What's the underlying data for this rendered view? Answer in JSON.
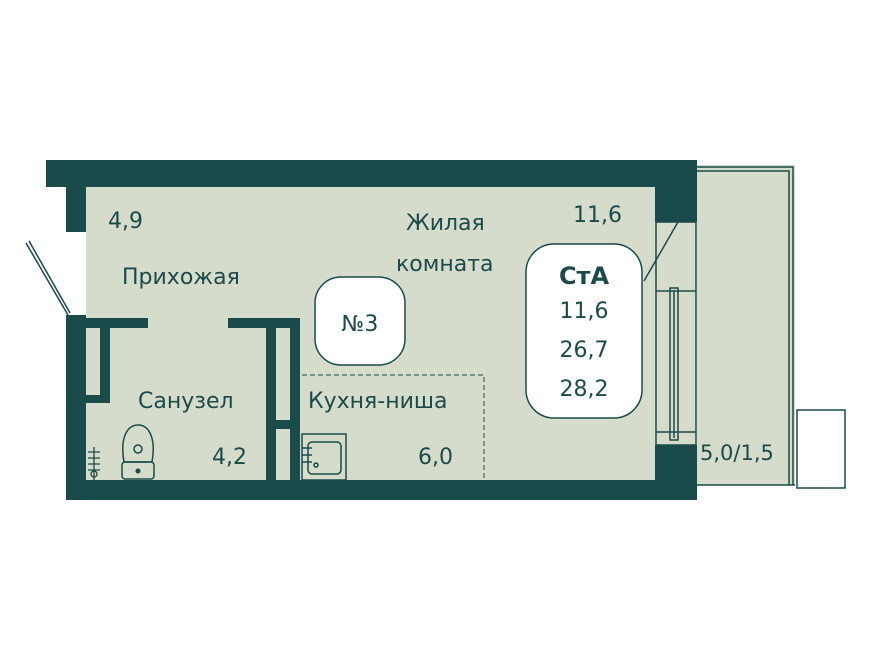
{
  "plan": {
    "apartment_number": "№3",
    "colors": {
      "wall": "#1b4a4a",
      "floor": "#d6dccb",
      "background": "#ffffff"
    },
    "rooms": [
      {
        "name": "Прихожая",
        "area": "4,9"
      },
      {
        "name_line1": "Жилая",
        "name_line2": "комната",
        "area": "11,6"
      },
      {
        "name": "Санузел",
        "area": "4,2"
      },
      {
        "name": "Кухня-ниша",
        "area": "6,0"
      }
    ],
    "balcony_area": "5,0/1,5",
    "summary": {
      "type": "СтА",
      "living": "11,6",
      "total": "26,7",
      "total_with_balcony": "28,2"
    }
  }
}
